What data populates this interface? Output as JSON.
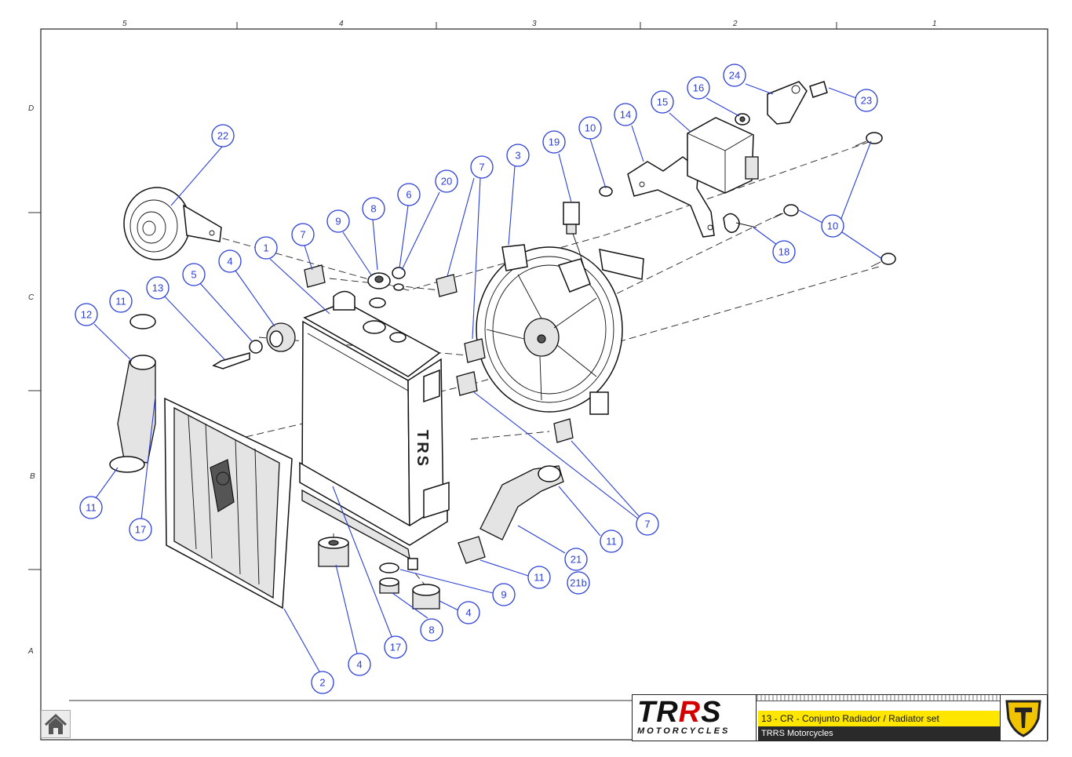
{
  "sheet": {
    "column_labels": [
      "5",
      "4",
      "3",
      "2",
      "1"
    ],
    "row_labels": [
      "D",
      "C",
      "B",
      "A"
    ]
  },
  "callouts": [
    {
      "id": "c22",
      "label": "22"
    },
    {
      "id": "c1",
      "label": "1"
    },
    {
      "id": "c7a",
      "label": "7"
    },
    {
      "id": "c9a",
      "label": "9"
    },
    {
      "id": "c8a",
      "label": "8"
    },
    {
      "id": "c6",
      "label": "6"
    },
    {
      "id": "c20",
      "label": "20"
    },
    {
      "id": "c7b",
      "label": "7"
    },
    {
      "id": "c3",
      "label": "3"
    },
    {
      "id": "c19",
      "label": "19"
    },
    {
      "id": "c10a",
      "label": "10"
    },
    {
      "id": "c14",
      "label": "14"
    },
    {
      "id": "c15",
      "label": "15"
    },
    {
      "id": "c16",
      "label": "16"
    },
    {
      "id": "c24",
      "label": "24"
    },
    {
      "id": "c23",
      "label": "23"
    },
    {
      "id": "c10b",
      "label": "10"
    },
    {
      "id": "c18",
      "label": "18"
    },
    {
      "id": "c5",
      "label": "5"
    },
    {
      "id": "c4a",
      "label": "4"
    },
    {
      "id": "c13",
      "label": "13"
    },
    {
      "id": "c11a",
      "label": "11"
    },
    {
      "id": "c12",
      "label": "12"
    },
    {
      "id": "c11b",
      "label": "11"
    },
    {
      "id": "c17a",
      "label": "17"
    },
    {
      "id": "c7c",
      "label": "7"
    },
    {
      "id": "c11c",
      "label": "11"
    },
    {
      "id": "c21",
      "label": "21"
    },
    {
      "id": "c21b",
      "label": "21b"
    },
    {
      "id": "c11d",
      "label": "11"
    },
    {
      "id": "c9b",
      "label": "9"
    },
    {
      "id": "c4b",
      "label": "4"
    },
    {
      "id": "c8b",
      "label": "8"
    },
    {
      "id": "c17b",
      "label": "17"
    },
    {
      "id": "c4c",
      "label": "4"
    },
    {
      "id": "c2",
      "label": "2"
    }
  ],
  "radiator": {
    "brand_mark": "TRS"
  },
  "title_block": {
    "logo_text_left": "TR",
    "logo_text_red": "R",
    "logo_text_right": "S",
    "logo_sub": "MOTORCYCLES",
    "title": "13 - CR - Conjunto Radiador / Radiator set",
    "subtitle": "TRRS Motorcycles"
  },
  "colors": {
    "callout": "#2b3fd6",
    "title_bar": "#ffe600",
    "subtitle_bar": "#2a2a2a",
    "logo_red": "#d40000",
    "shield": "#f2c300"
  },
  "icons": {
    "home_button": "home-icon"
  }
}
